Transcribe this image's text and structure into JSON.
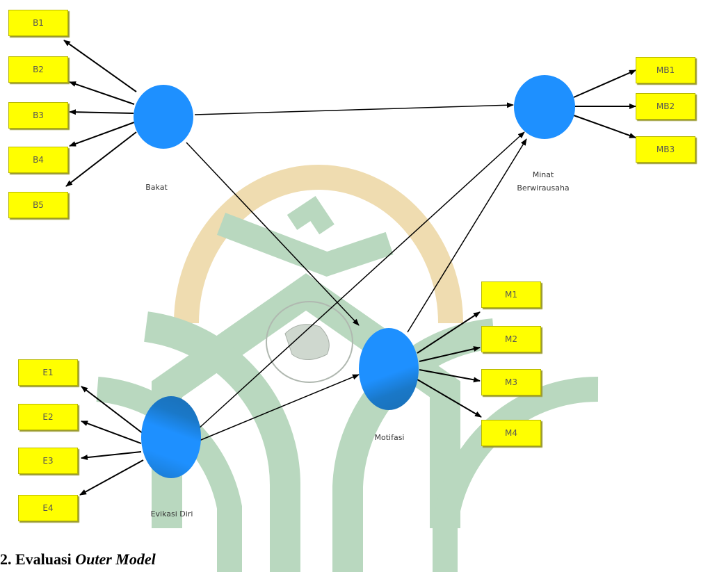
{
  "latents": {
    "bakat": "Bakat",
    "minat": [
      "Minat",
      "Berwirausaha"
    ],
    "motifasi": "Motifasi",
    "evikasi": "Evikasi Diri"
  },
  "indicators": {
    "bakat": [
      "B1",
      "B2",
      "B3",
      "B4",
      "B5"
    ],
    "minat": [
      "MB1",
      "MB2",
      "MB3"
    ],
    "motifasi": [
      "M1",
      "M2",
      "M3",
      "M4"
    ],
    "evikasi": [
      "E1",
      "E2",
      "E3",
      "E4"
    ]
  },
  "caption": {
    "prefix": "2. Evaluasi ",
    "italic": "Outer Model"
  },
  "colors": {
    "latent": "#1e90ff",
    "indicator": "#ffff00",
    "watermark_green": "#b9d8bf",
    "watermark_tan": "#efdcb0"
  }
}
